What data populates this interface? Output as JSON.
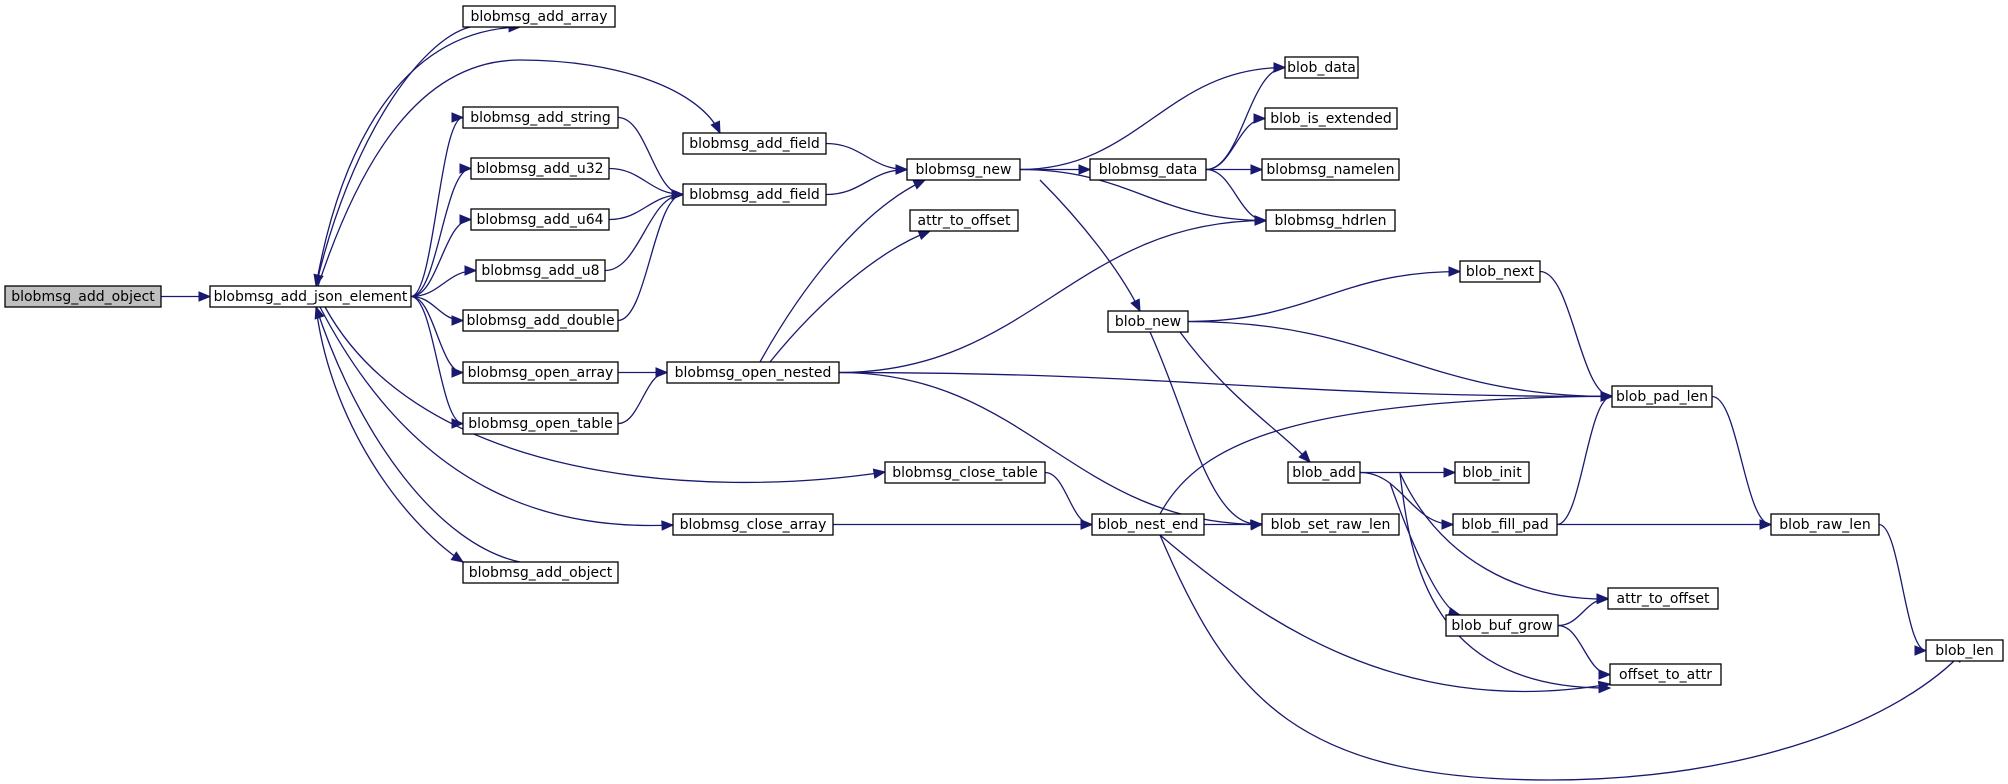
{
  "nodes": [
    {
      "id": "n_root",
      "label": "blobmsg_add_object",
      "root": true
    },
    {
      "id": "n_json",
      "label": "blobmsg_add_json_element"
    },
    {
      "id": "n_add_array",
      "label": "blobmsg_add_array"
    },
    {
      "id": "n_add_string",
      "label": "blobmsg_add_string"
    },
    {
      "id": "n_add_u32",
      "label": "blobmsg_add_u32"
    },
    {
      "id": "n_add_u64",
      "label": "blobmsg_add_u64"
    },
    {
      "id": "n_add_u8",
      "label": "blobmsg_add_u8"
    },
    {
      "id": "n_add_double",
      "label": "blobmsg_add_double"
    },
    {
      "id": "n_open_array",
      "label": "blobmsg_open_array"
    },
    {
      "id": "n_open_table",
      "label": "blobmsg_open_table"
    },
    {
      "id": "n_add_object2",
      "label": "blobmsg_add_object"
    },
    {
      "id": "n_add_field1",
      "label": "blobmsg_add_field"
    },
    {
      "id": "n_add_field2",
      "label": "blobmsg_add_field"
    },
    {
      "id": "n_open_nested",
      "label": "blobmsg_open_nested"
    },
    {
      "id": "n_close_table",
      "label": "blobmsg_close_table"
    },
    {
      "id": "n_close_array",
      "label": "blobmsg_close_array"
    },
    {
      "id": "n_bm_new",
      "label": "blobmsg_new"
    },
    {
      "id": "n_attr_off1",
      "label": "attr_to_offset"
    },
    {
      "id": "n_bm_data",
      "label": "blobmsg_data"
    },
    {
      "id": "n_blob_new",
      "label": "blob_new"
    },
    {
      "id": "n_nest_end",
      "label": "blob_nest_end"
    },
    {
      "id": "n_blob_data",
      "label": "blob_data"
    },
    {
      "id": "n_is_ext",
      "label": "blob_is_extended"
    },
    {
      "id": "n_namelen",
      "label": "blobmsg_namelen"
    },
    {
      "id": "n_hdrlen",
      "label": "blobmsg_hdrlen"
    },
    {
      "id": "n_blob_next",
      "label": "blob_next"
    },
    {
      "id": "n_blob_add",
      "label": "blob_add"
    },
    {
      "id": "n_set_raw_len",
      "label": "blob_set_raw_len"
    },
    {
      "id": "n_blob_init",
      "label": "blob_init"
    },
    {
      "id": "n_fill_pad",
      "label": "blob_fill_pad"
    },
    {
      "id": "n_buf_grow",
      "label": "blob_buf_grow"
    },
    {
      "id": "n_pad_len",
      "label": "blob_pad_len"
    },
    {
      "id": "n_raw_len",
      "label": "blob_raw_len"
    },
    {
      "id": "n_attr_off2",
      "label": "attr_to_offset"
    },
    {
      "id": "n_off_attr",
      "label": "offset_to_attr"
    },
    {
      "id": "n_blob_len",
      "label": "blob_len"
    }
  ],
  "edges": [
    [
      "n_root",
      "n_json"
    ],
    [
      "n_json",
      "n_add_array"
    ],
    [
      "n_json",
      "n_add_field1"
    ],
    [
      "n_json",
      "n_add_string"
    ],
    [
      "n_json",
      "n_add_u32"
    ],
    [
      "n_json",
      "n_add_u64"
    ],
    [
      "n_json",
      "n_add_u8"
    ],
    [
      "n_json",
      "n_add_double"
    ],
    [
      "n_json",
      "n_open_array"
    ],
    [
      "n_json",
      "n_open_table"
    ],
    [
      "n_json",
      "n_close_table"
    ],
    [
      "n_json",
      "n_close_array"
    ],
    [
      "n_json",
      "n_add_object2"
    ],
    [
      "n_add_array",
      "n_json"
    ],
    [
      "n_add_object2",
      "n_json"
    ],
    [
      "n_add_string",
      "n_add_field2"
    ],
    [
      "n_add_u32",
      "n_add_field2"
    ],
    [
      "n_add_u64",
      "n_add_field2"
    ],
    [
      "n_add_u8",
      "n_add_field2"
    ],
    [
      "n_add_double",
      "n_add_field2"
    ],
    [
      "n_add_field1",
      "n_bm_new"
    ],
    [
      "n_add_field2",
      "n_bm_new"
    ],
    [
      "n_open_array",
      "n_open_nested"
    ],
    [
      "n_open_table",
      "n_open_nested"
    ],
    [
      "n_open_nested",
      "n_bm_new"
    ],
    [
      "n_open_nested",
      "n_attr_off1"
    ],
    [
      "n_open_nested",
      "n_hdrlen"
    ],
    [
      "n_open_nested",
      "n_pad_len"
    ],
    [
      "n_open_nested",
      "n_set_raw_len"
    ],
    [
      "n_bm_new",
      "n_blob_data"
    ],
    [
      "n_bm_new",
      "n_bm_data"
    ],
    [
      "n_bm_new",
      "n_hdrlen"
    ],
    [
      "n_bm_new",
      "n_blob_new"
    ],
    [
      "n_bm_data",
      "n_blob_data"
    ],
    [
      "n_bm_data",
      "n_is_ext"
    ],
    [
      "n_bm_data",
      "n_namelen"
    ],
    [
      "n_bm_data",
      "n_hdrlen"
    ],
    [
      "n_blob_new",
      "n_blob_next"
    ],
    [
      "n_blob_new",
      "n_pad_len"
    ],
    [
      "n_blob_new",
      "n_blob_add"
    ],
    [
      "n_blob_new",
      "n_set_raw_len"
    ],
    [
      "n_blob_next",
      "n_pad_len"
    ],
    [
      "n_close_table",
      "n_nest_end"
    ],
    [
      "n_close_array",
      "n_nest_end"
    ],
    [
      "n_nest_end",
      "n_pad_len"
    ],
    [
      "n_nest_end",
      "n_set_raw_len"
    ],
    [
      "n_nest_end",
      "n_off_attr"
    ],
    [
      "n_nest_end",
      "n_blob_len"
    ],
    [
      "n_blob_add",
      "n_blob_init"
    ],
    [
      "n_blob_add",
      "n_fill_pad"
    ],
    [
      "n_blob_add",
      "n_attr_off2"
    ],
    [
      "n_blob_add",
      "n_buf_grow"
    ],
    [
      "n_blob_add",
      "n_off_attr"
    ],
    [
      "n_fill_pad",
      "n_pad_len"
    ],
    [
      "n_fill_pad",
      "n_raw_len"
    ],
    [
      "n_buf_grow",
      "n_attr_off2"
    ],
    [
      "n_buf_grow",
      "n_off_attr"
    ],
    [
      "n_pad_len",
      "n_raw_len"
    ],
    [
      "n_raw_len",
      "n_blob_len"
    ]
  ]
}
